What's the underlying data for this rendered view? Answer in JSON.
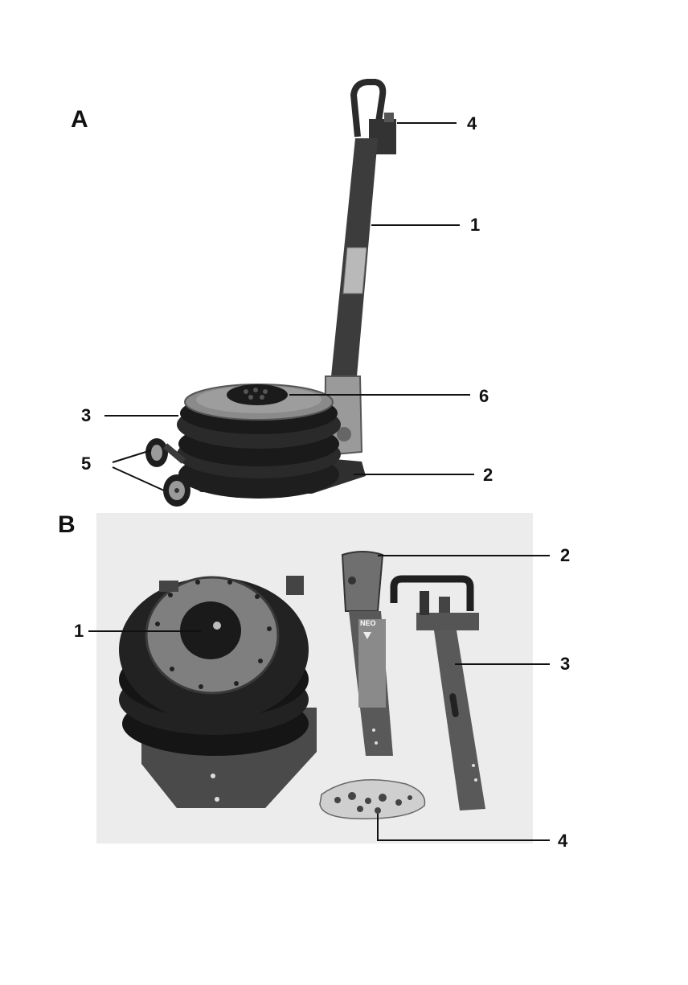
{
  "figure_a": {
    "label": "A",
    "callouts": {
      "handle": "1",
      "base_plate": "2",
      "air_bellows": "3",
      "air_valve": "4",
      "wheels": "5",
      "rubber_pad": "6"
    }
  },
  "figure_b": {
    "label": "B",
    "callouts": {
      "bellows_with_pad": "1",
      "lower_handle": "2",
      "upper_handle": "3",
      "hardware_bag": "4"
    }
  },
  "colors": {
    "ink": "#111111",
    "metal_dark": "#3c3c3c",
    "rubber": "#1c1c1c",
    "plate": "#8a8a8a",
    "photo_bg": "#ececec"
  },
  "product_label": {
    "brand": "NEO"
  }
}
